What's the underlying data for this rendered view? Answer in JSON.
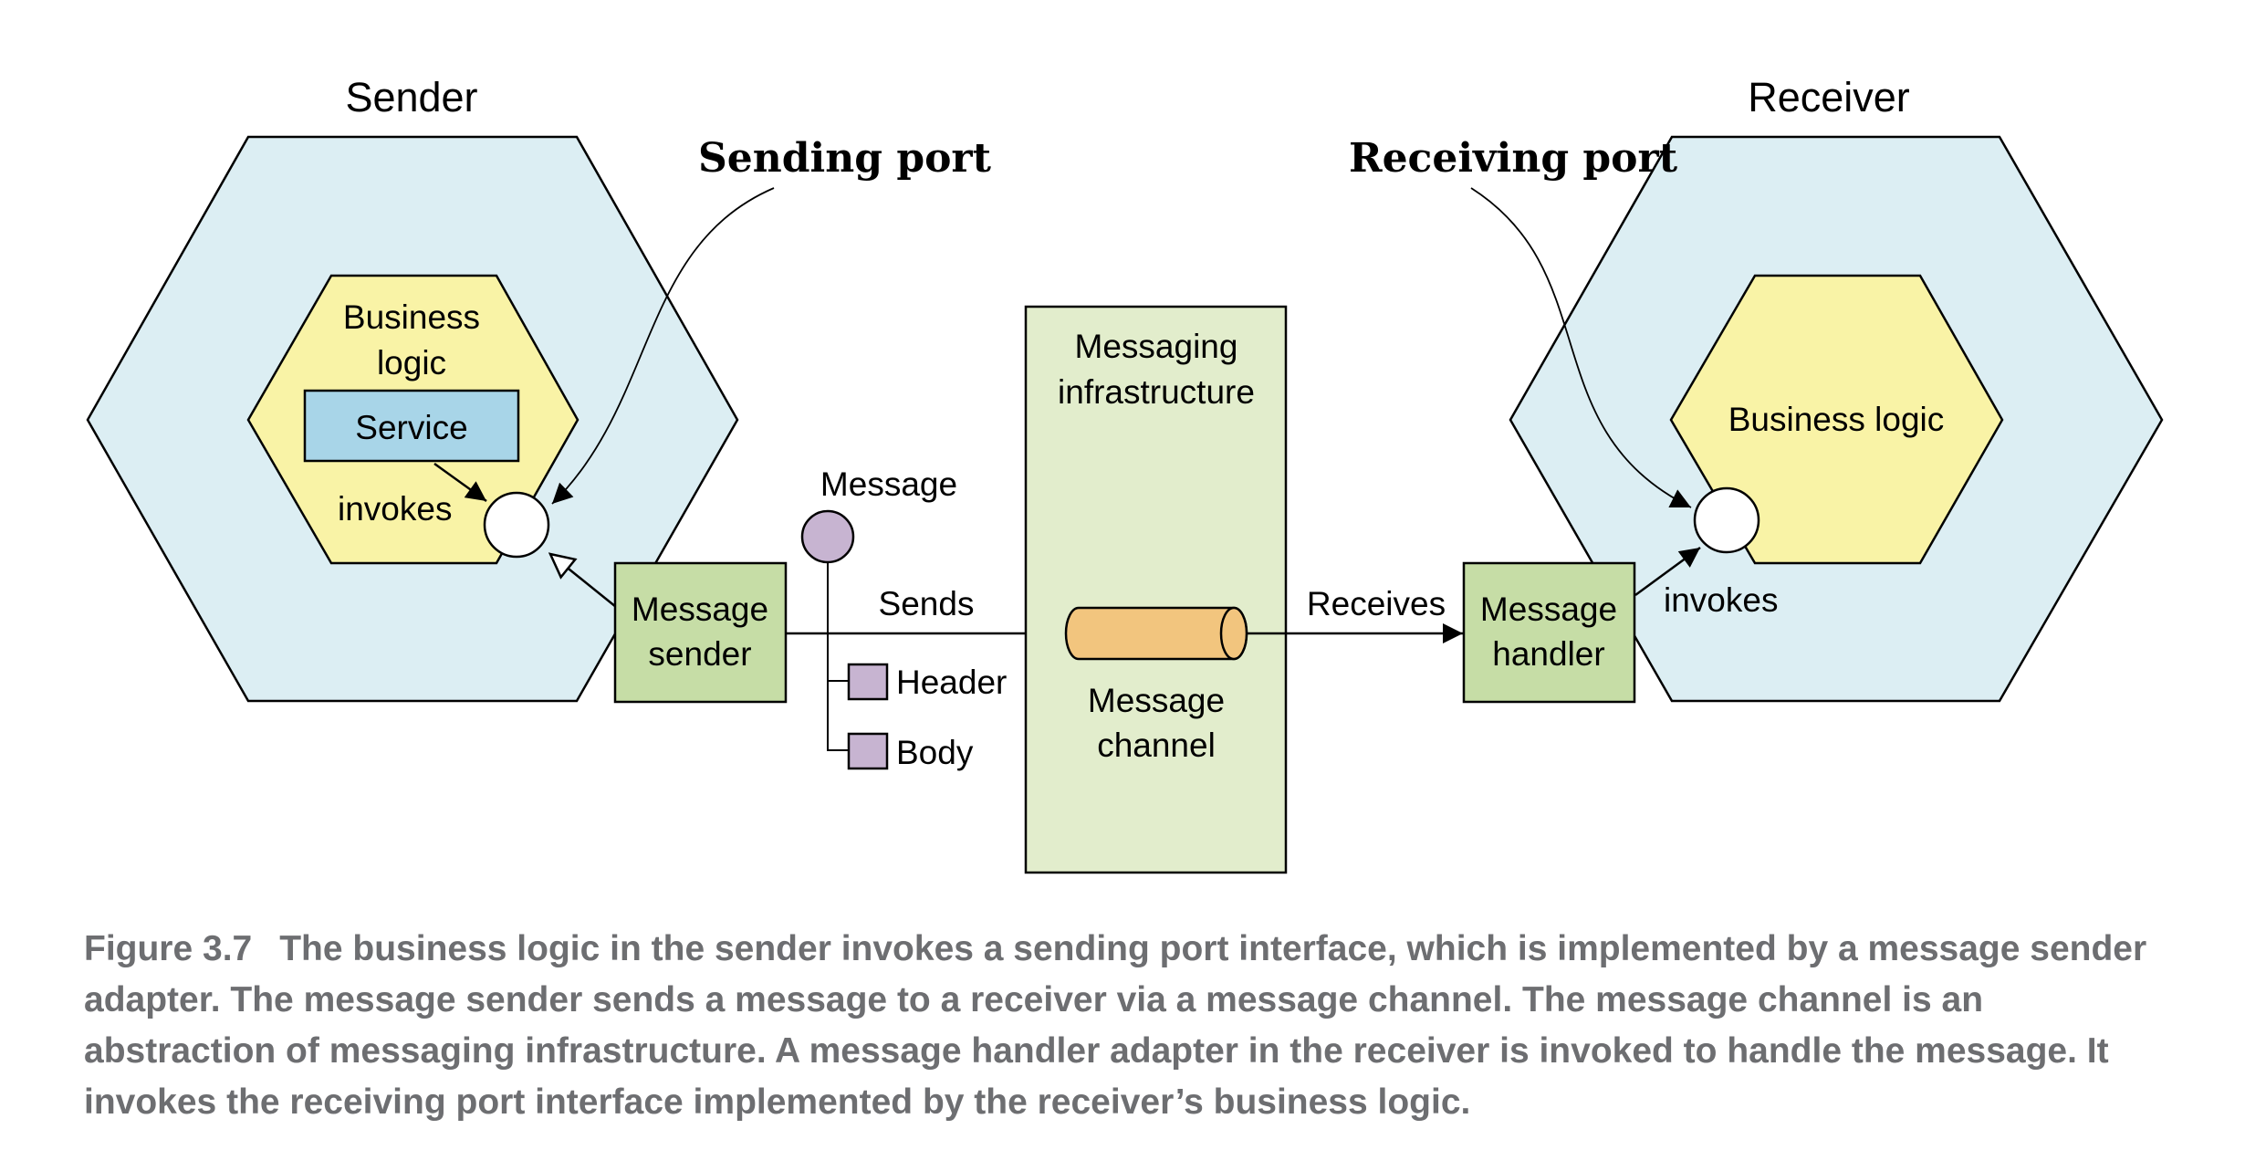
{
  "diagram": {
    "sender": {
      "title": "Sender",
      "business_logic_line1": "Business",
      "business_logic_line2": "logic",
      "service_label": "Service",
      "invokes_label": "invokes",
      "adapter_line1": "Message",
      "adapter_line2": "sender"
    },
    "sending_port_label": "Sending port",
    "message": {
      "label": "Message",
      "sends_label": "Sends",
      "header_label": "Header",
      "body_label": "Body"
    },
    "infrastructure": {
      "line1": "Messaging",
      "line2": "infrastructure",
      "channel_line1": "Message",
      "channel_line2": "channel"
    },
    "receives_label": "Receives",
    "receiver": {
      "title": "Receiver",
      "business_logic_label": "Business logic",
      "invokes_label": "invokes",
      "adapter_line1": "Message",
      "adapter_line2": "handler"
    },
    "receiving_port_label": "Receiving port"
  },
  "caption": {
    "figure_number": "Figure 3.7",
    "text": "The business logic in the sender invokes a sending port interface, which is implemented by a  message sender adapter. The message sender sends a message to a receiver via a message channel. The message channel is an abstraction of messaging infrastructure. A message handler adapter in the receiver is invoked to handle the message. It invokes the receiving port interface implemented by the receiver’s business logic."
  },
  "colors": {
    "hexagon_outer": "#dceef3",
    "hexagon_inner": "#f9f3a6",
    "service_box": "#a8d5e8",
    "adapter_box": "#c6dda6",
    "infrastructure_box": "#e2edcc",
    "channel": "#f2c57e",
    "message_dot": "#c7b4d1",
    "caption_text": "#6d6e71"
  }
}
